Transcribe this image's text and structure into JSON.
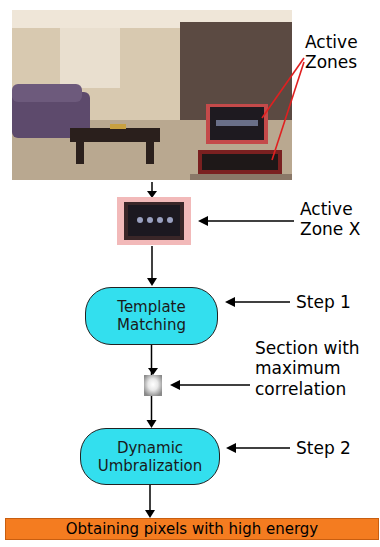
{
  "diagram": {
    "nodes": [
      {
        "text": [
          "Template Matching"
        ]
      },
      {
        "text": [
          "Dynamic Umbralization"
        ]
      },
      {
        "text": [
          "Obtaining pixels with high energy"
        ]
      }
    ],
    "edges": [
      {
        "from": 0,
        "to": 1,
        "arrow": "to"
      },
      {
        "from": 1,
        "to": 2,
        "arrow": "to"
      }
    ],
    "labels": [
      "Active Zones",
      "Active Zone X",
      "Step 1",
      "Section with maximum correlation",
      "Step 2"
    ]
  }
}
